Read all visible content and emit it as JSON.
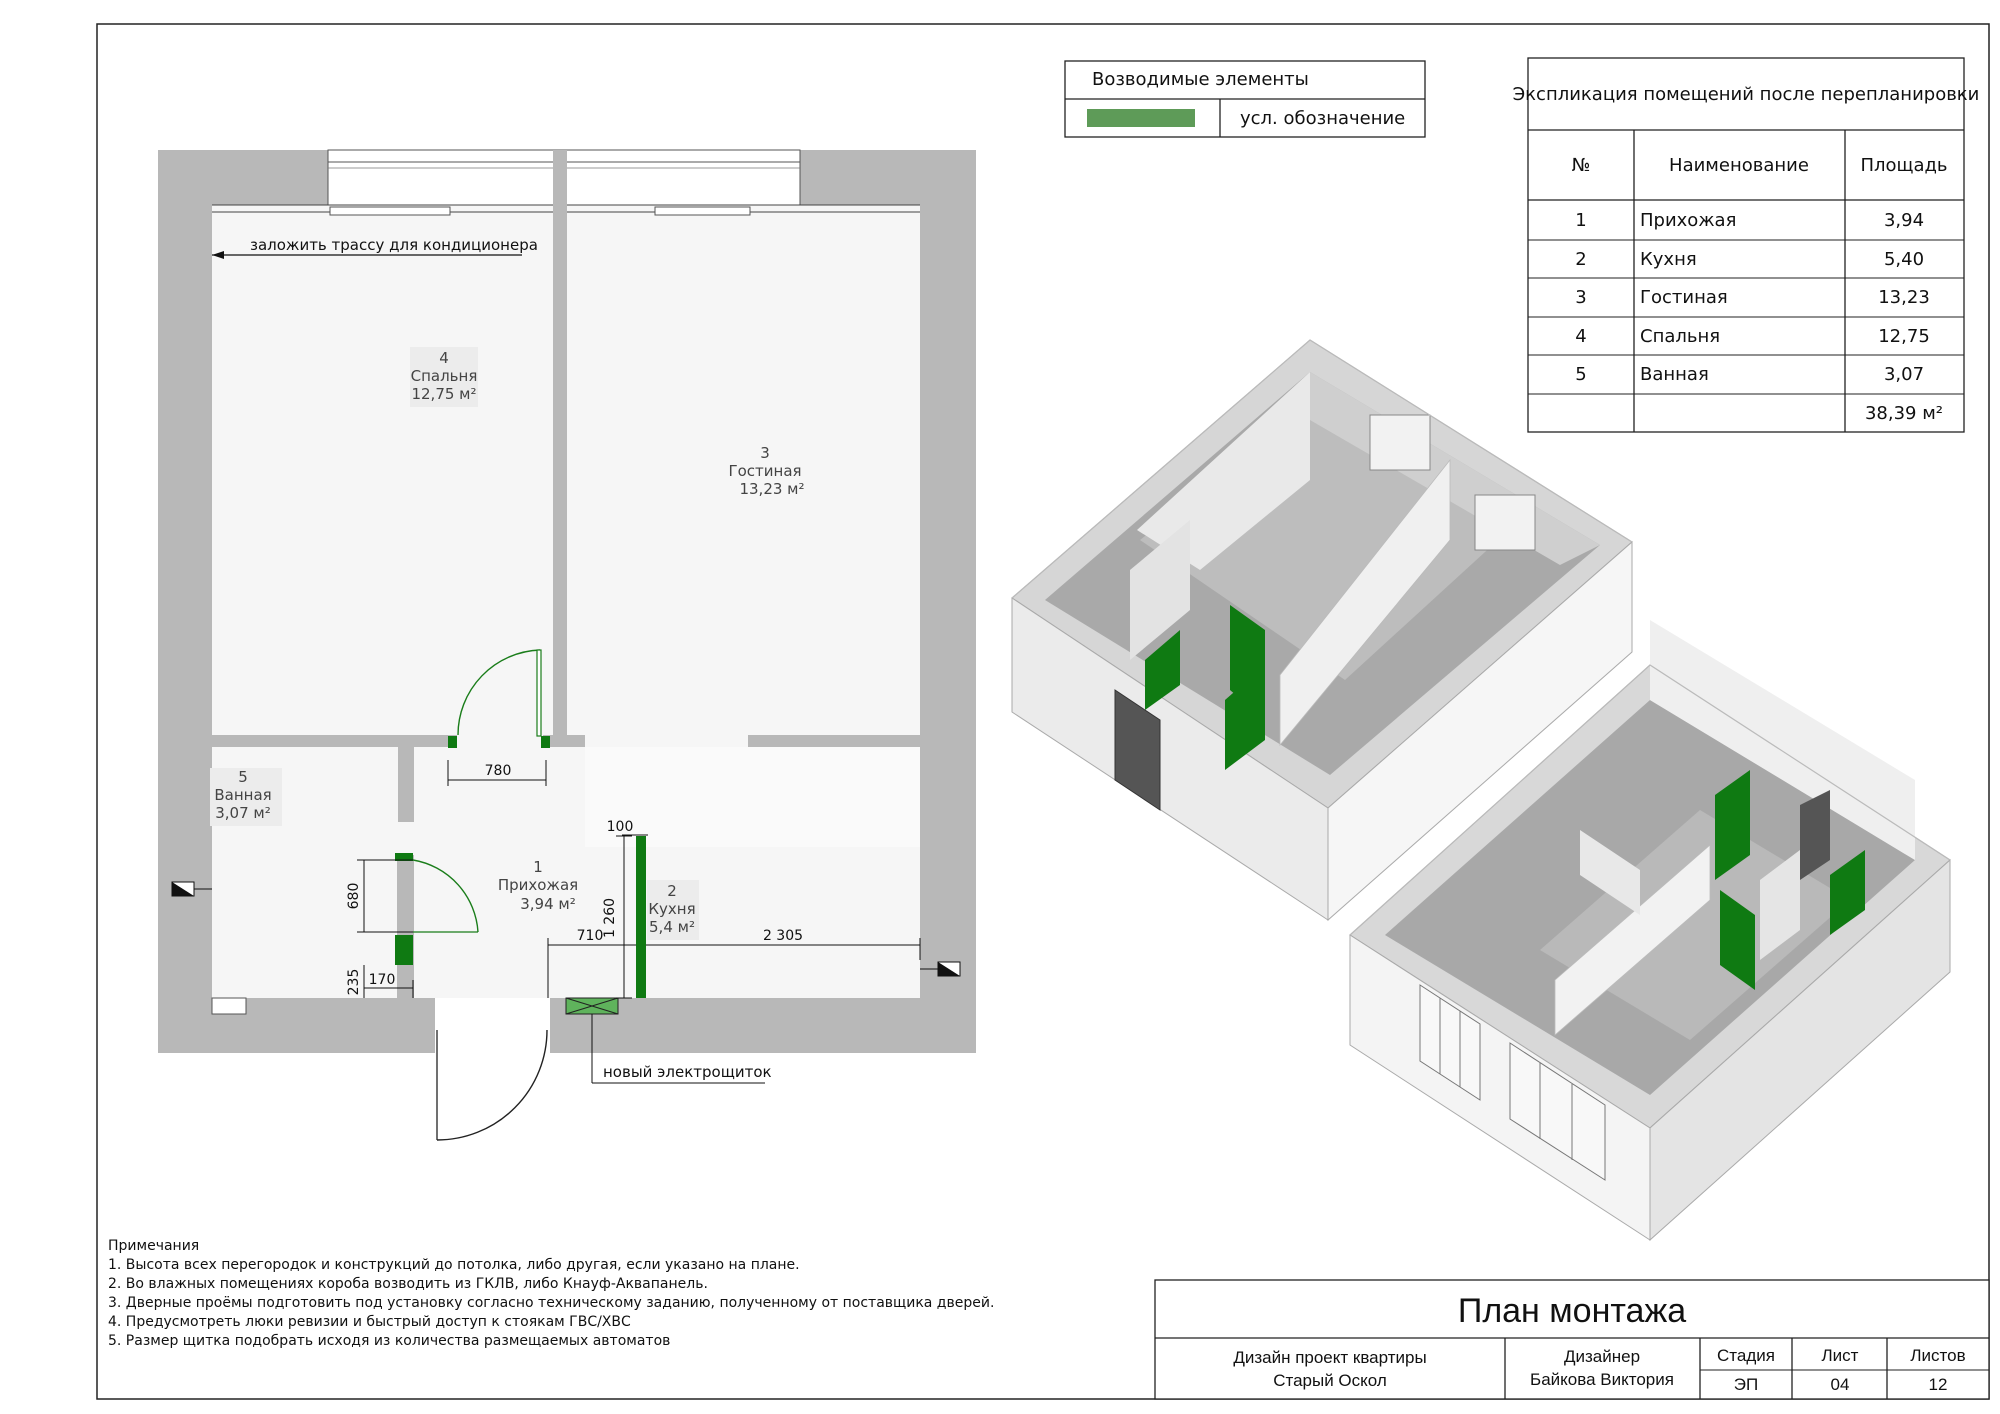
{
  "legend": {
    "title": "Возводимые элементы",
    "label": "усл. обозначение",
    "color": "#5e9b58"
  },
  "explication": {
    "title": "Экспликация помещений после перепланировки",
    "headers": [
      "№",
      "Наименование",
      "Площадь"
    ],
    "rows": [
      {
        "num": "1",
        "name": "Прихожая",
        "area": "3,94"
      },
      {
        "num": "2",
        "name": "Кухня",
        "area": "5,40"
      },
      {
        "num": "3",
        "name": "Гостиная",
        "area": "13,23"
      },
      {
        "num": "4",
        "name": "Спальня",
        "area": "12,75"
      },
      {
        "num": "5",
        "name": "Ванная",
        "area": "3,07"
      }
    ],
    "total": "38,39 м²"
  },
  "plan": {
    "rooms": [
      {
        "num": "4",
        "name": "Спальня",
        "area": "12,75 м²"
      },
      {
        "num": "3",
        "name": "Гостиная",
        "area": "13,23 м²"
      },
      {
        "num": "5",
        "name": "Ванная",
        "area": "3,07 м²"
      },
      {
        "num": "1",
        "name": "Прихожая",
        "area": "3,94 м²"
      },
      {
        "num": "2",
        "name": "Кухня",
        "area": "5,4 м²"
      }
    ],
    "ac_note": "заложить трассу для кондиционера",
    "panel_note": "новый электрощиток",
    "dims": {
      "d780": "780",
      "d100": "100",
      "d1260": "1 260",
      "d710": "710",
      "d2305": "2 305",
      "d680": "680",
      "d235": "235",
      "d170": "170"
    },
    "green_color": "#0f7a12"
  },
  "notes": {
    "heading": "Примечания",
    "items": [
      "1. Высота всех перегородок и конструкций до потолка, либо другая, если указано на плане.",
      "2. Во влажных помещениях короба возводить из ГКЛВ, либо Кнауф-Аквапанель.",
      "3. Дверные проёмы подготовить под установку согласно техническому заданию, полученному от поставщика дверей.",
      "4. Предусмотреть люки ревизии и быстрый доступ к стоякам ГВС/ХВС",
      "5. Размер щитка подобрать исходя из количества размещаемых автоматов"
    ]
  },
  "stamp": {
    "title": "План монтажа",
    "project_line1": "Дизайн проект квартиры",
    "project_line2": "Старый Оскол",
    "designer_role": "Дизайнер",
    "designer_name": "Байкова Виктория",
    "stage_label": "Стадия",
    "stage_value": "ЭП",
    "sheet_label": "Лист",
    "sheet_value": "04",
    "sheets_label": "Листов",
    "sheets_value": "12"
  }
}
